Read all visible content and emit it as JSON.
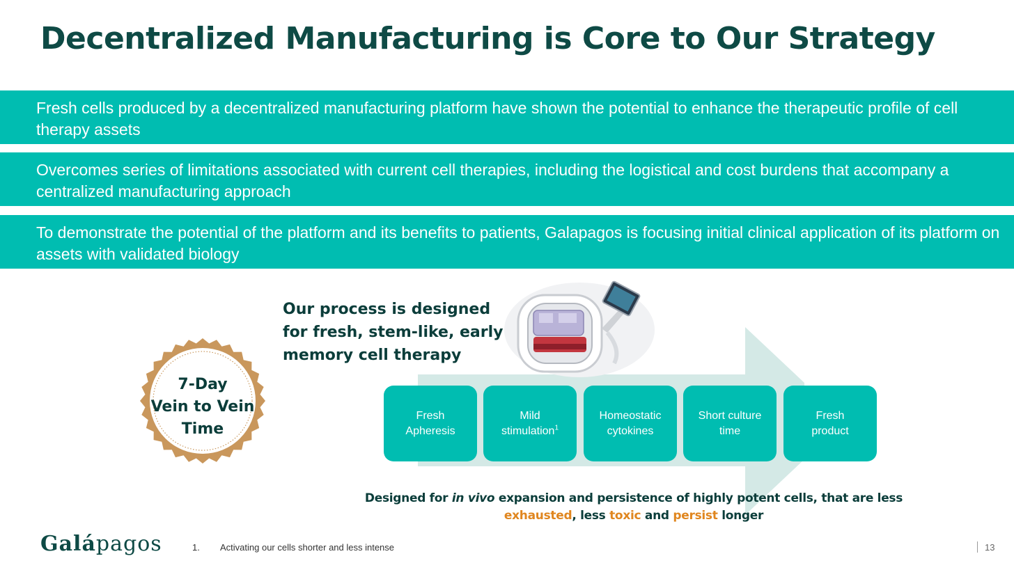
{
  "slide": {
    "title": "Decentralized Manufacturing is Core to Our Strategy",
    "bullets": [
      "Fresh cells produced by a decentralized manufacturing platform have shown the potential to enhance the therapeutic profile of cell therapy assets",
      "Overcomes series of limitations associated with current cell therapies, including the logistical and cost burdens that accompany a centralized manufacturing approach",
      "To demonstrate the potential of the platform and its benefits to patients, Galapagos is focusing initial clinical application of its platform on assets with validated biology"
    ]
  },
  "badge": {
    "lines": [
      "7-Day",
      "Vein to Vein",
      "Time"
    ]
  },
  "process": {
    "heading_lines": [
      "Our process is designed",
      "for fresh, stem-like, early",
      "memory cell therapy"
    ],
    "steps": [
      {
        "line1": "Fresh",
        "line2": "Apheresis",
        "sup": ""
      },
      {
        "line1": "Mild",
        "line2": "stimulation",
        "sup": "1"
      },
      {
        "line1": "Homeostatic",
        "line2": "cytokines",
        "sup": ""
      },
      {
        "line1": "Short culture",
        "line2": "time",
        "sup": ""
      },
      {
        "line1": "Fresh",
        "line2": "product",
        "sup": ""
      }
    ]
  },
  "caption": {
    "part1": "Designed for ",
    "italic": "in vivo",
    "part2": " expansion and persistence of highly potent cells, that are less",
    "exhausted": "exhausted",
    "sep1": ", less ",
    "toxic": "toxic",
    "sep2": " and ",
    "persist": "persist",
    "end": " longer"
  },
  "footer": {
    "logo_before": "Gal",
    "logo_accent": "á",
    "logo_after": "pagos",
    "note_number": "1.",
    "note_text": "Activating our cells shorter and less intense",
    "page": "13"
  },
  "colors": {
    "teal": "#00bdb1",
    "dark": "#0e4a45",
    "orange": "#e0861f",
    "gold": "#c9975c",
    "arrow": "#cfe7e3"
  }
}
